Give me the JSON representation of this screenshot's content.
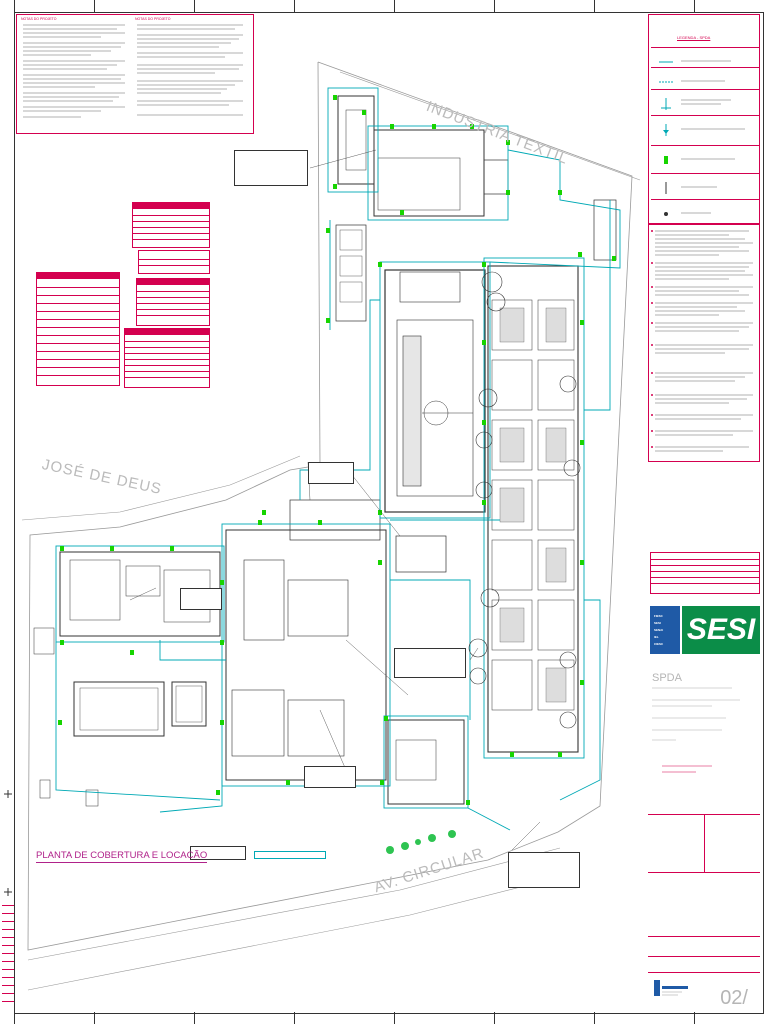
{
  "sheet": {
    "plan_title": "PLANTA DE COBERTURA E LOCACÃO",
    "notes_heading_1": "NOTAS DO PROJETO",
    "notes_heading_2": "NOTAS DO PROJETO"
  },
  "streets": {
    "industria": "INDUSTRIA TEXTIL",
    "jose": "JOSÉ DE DEUS",
    "avenida": "AV. CIRCULAR"
  },
  "legend": {
    "title": "LEGENDA - SPDA"
  },
  "logos": {
    "fiesc_lines": [
      "FIESC",
      "SESI",
      "SENAI",
      "IEL",
      "CIESC"
    ],
    "sesi": "SESI"
  },
  "title_block": {
    "project": "SPDA",
    "sheet_number": "02/"
  },
  "colors": {
    "frame_accent": "#d4004f",
    "conductor": "#00a9b5",
    "capture_point": "#17d400",
    "plan_title": "#b0228a",
    "sesi_green": "#0b8d48",
    "fiesc_blue": "#1f5aa6"
  }
}
